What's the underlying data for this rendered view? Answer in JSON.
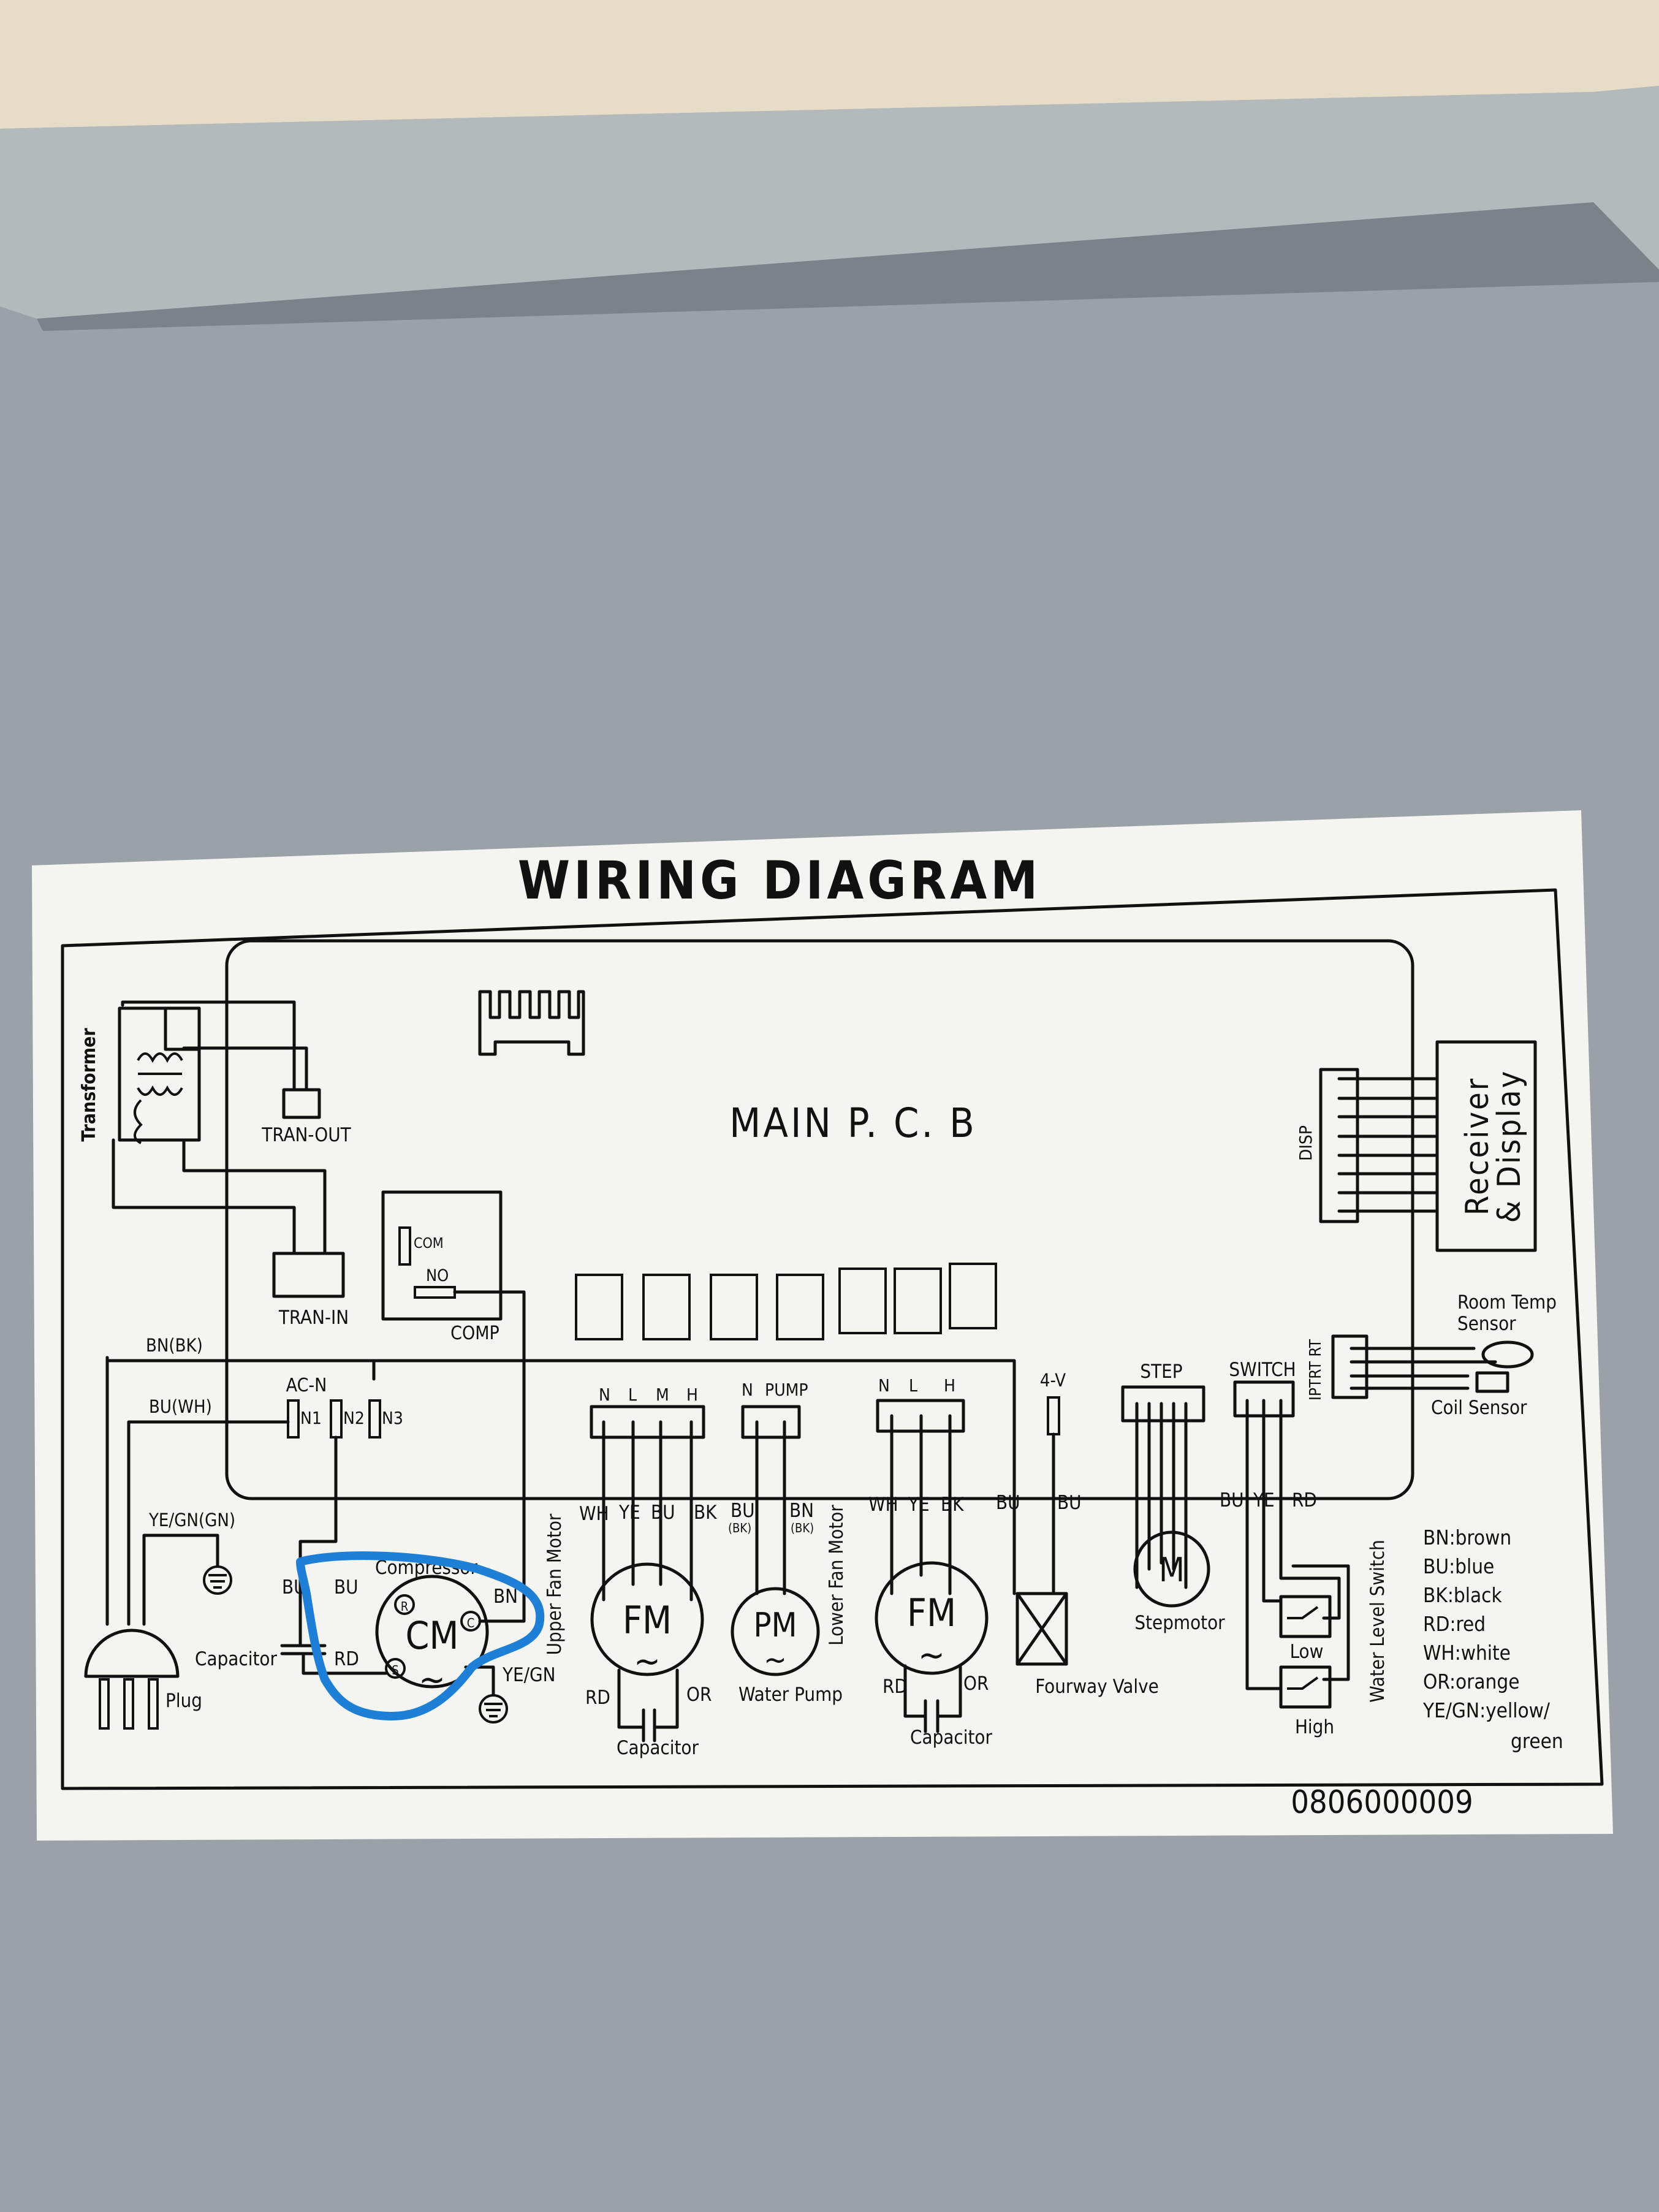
{
  "diagram": {
    "title": "WIRING DIAGRAM",
    "pcb_label": "MAIN P. C. B",
    "part_number": "0806000009",
    "components": {
      "transformer": "Transformer",
      "tran_out": "TRAN-OUT",
      "tran_in": "TRAN-IN",
      "com": "COM",
      "no": "NO",
      "comp": "COMP",
      "ac_n": "AC-N",
      "n1": "N1",
      "n2": "N2",
      "n3": "N3",
      "disp": "DISP",
      "receiver_line1": "Receiver",
      "receiver_line2": "& Display",
      "room_temp_line1": "Room Temp",
      "room_temp_line2": "Sensor",
      "coil_sensor": "Coil Sensor",
      "iptrt_rt": "IPTRT RT",
      "four_v": "4-V",
      "step": "STEP",
      "switch": "SWITCH",
      "plug": "Plug",
      "capacitor_small": "Capacitor",
      "compressor": "Compressor",
      "cm": "CM",
      "r_term": "R",
      "s_term": "S",
      "c_term": "C",
      "upper_fan_motor": "Upper Fan Motor",
      "lower_fan_motor": "Lower Fan Motor",
      "fm": "FM",
      "pm": "PM",
      "water_pump": "Water Pump",
      "capacitor": "Capacitor",
      "fourway_valve": "Fourway Valve",
      "m": "M",
      "stepmotor": "Stepmotor",
      "low": "Low",
      "high": "High",
      "water_level_switch": "Water Level Switch",
      "tilde": "~"
    },
    "connectors": {
      "fan_upper": [
        "N",
        "L",
        "M",
        "H"
      ],
      "pump": [
        "N",
        "PUMP"
      ],
      "fan_lower": [
        "N",
        "L",
        "H"
      ]
    },
    "wire_labels": {
      "bn_bk": "BN(BK)",
      "bu_wh": "BU(WH)",
      "ye_gn_gn": "YE/GN(GN)",
      "bu": "BU",
      "bn": "BN",
      "rd": "RD",
      "or": "OR",
      "ye_gn": "YE/GN",
      "wh": "WH",
      "ye": "YE",
      "bk": "BK",
      "bk_paren": "(BK)"
    },
    "legend": [
      "BN:brown",
      "BU:blue",
      "BK:black",
      "RD:red",
      "WH:white",
      "OR:orange",
      "YE/GN:yellow/",
      "green"
    ]
  }
}
